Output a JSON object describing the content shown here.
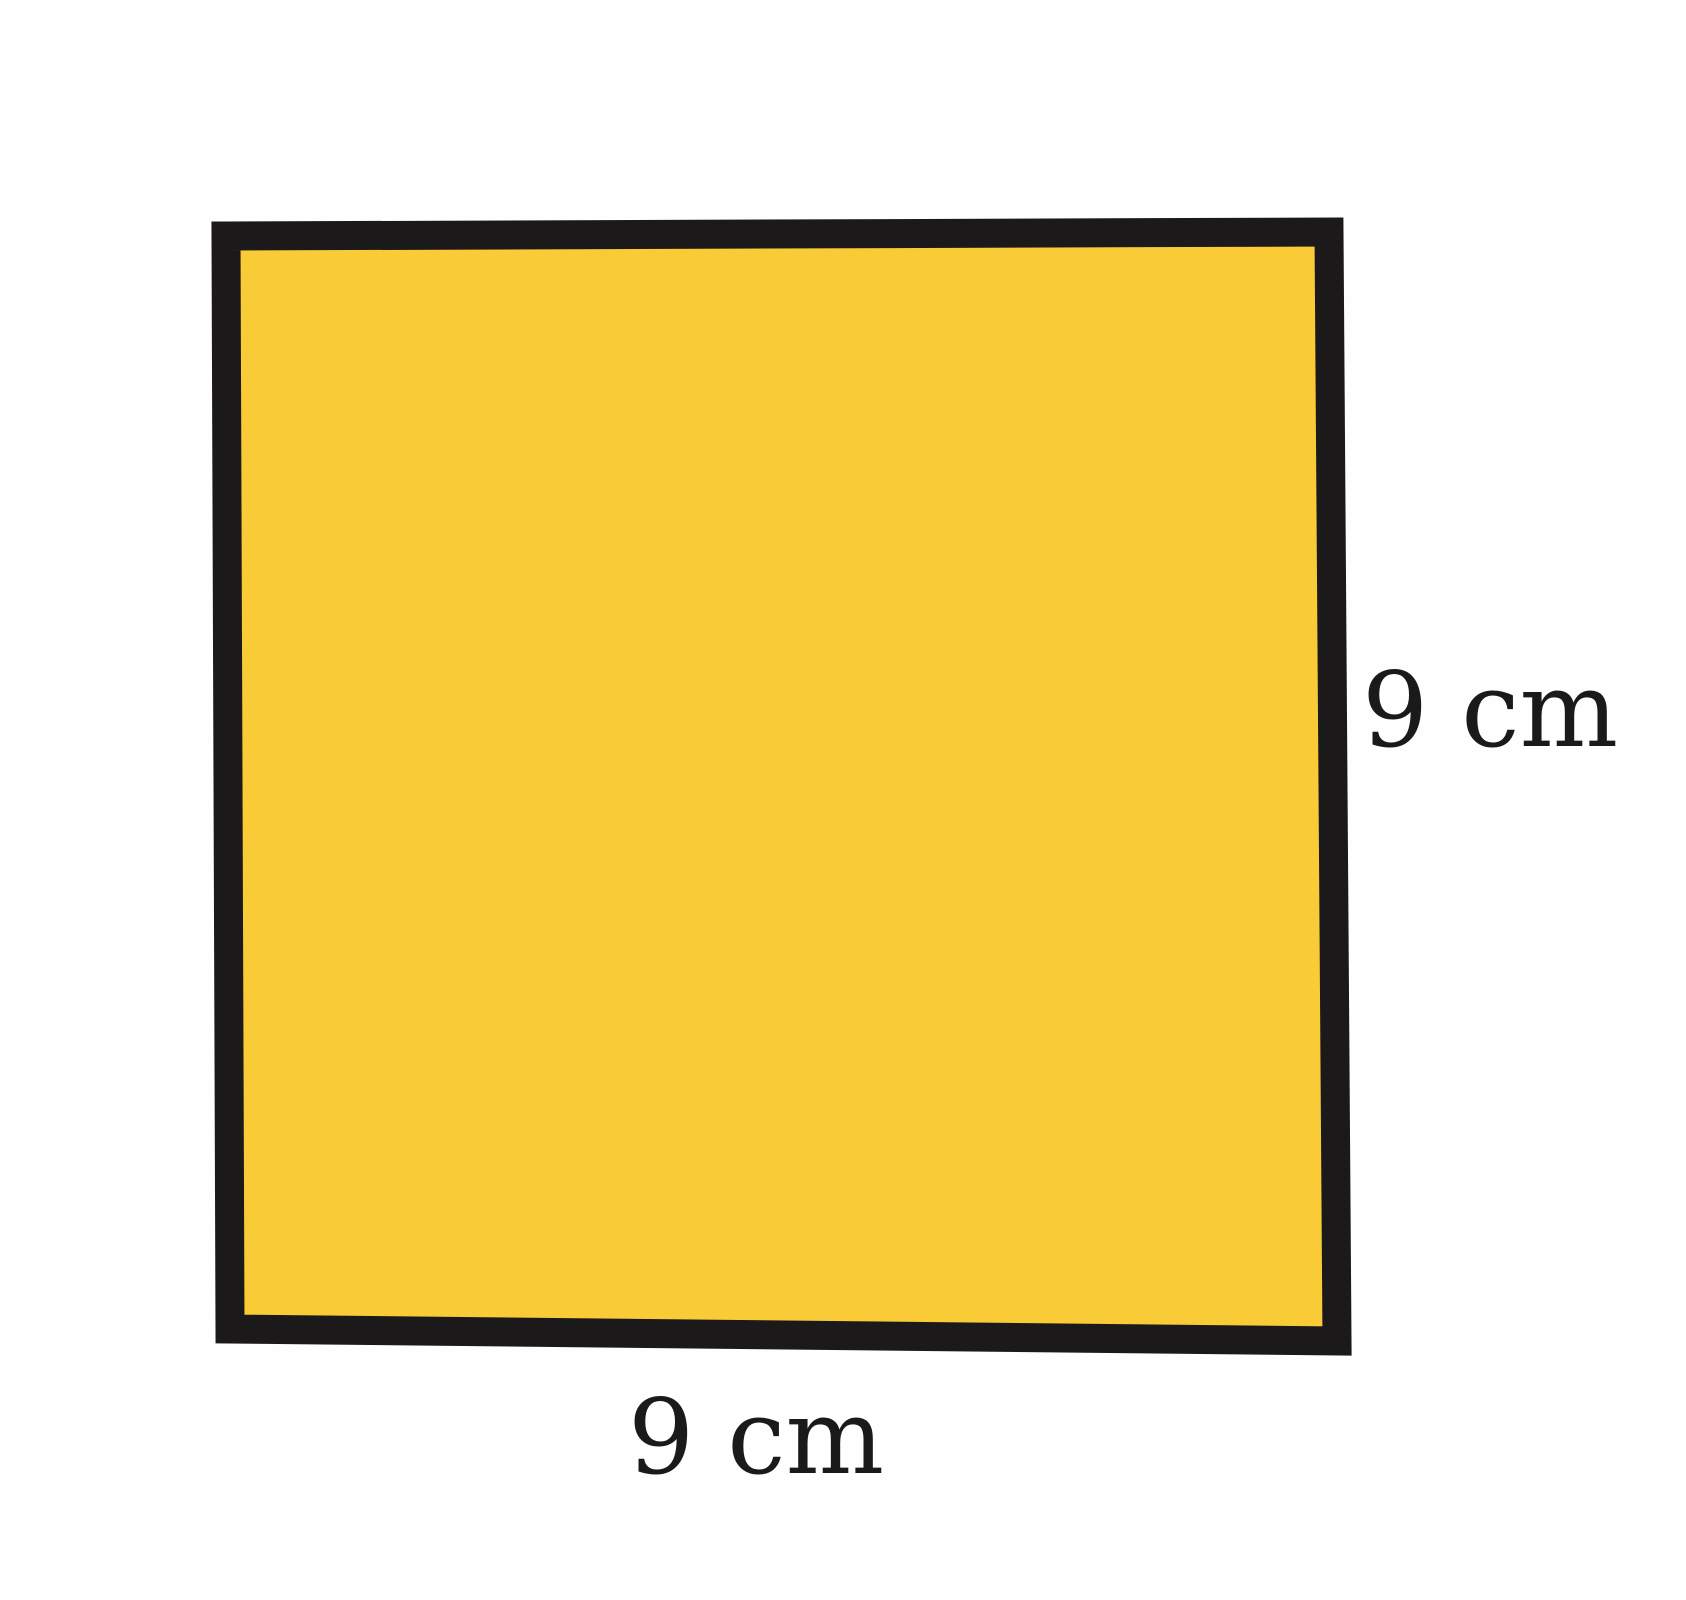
{
  "figure": {
    "shape": "square",
    "fill_color": "#f8cb37",
    "stroke_color": "#1b1919",
    "background_color": "#fefefe"
  },
  "labels": {
    "right_side": "9 cm",
    "bottom_side": "9 cm"
  }
}
